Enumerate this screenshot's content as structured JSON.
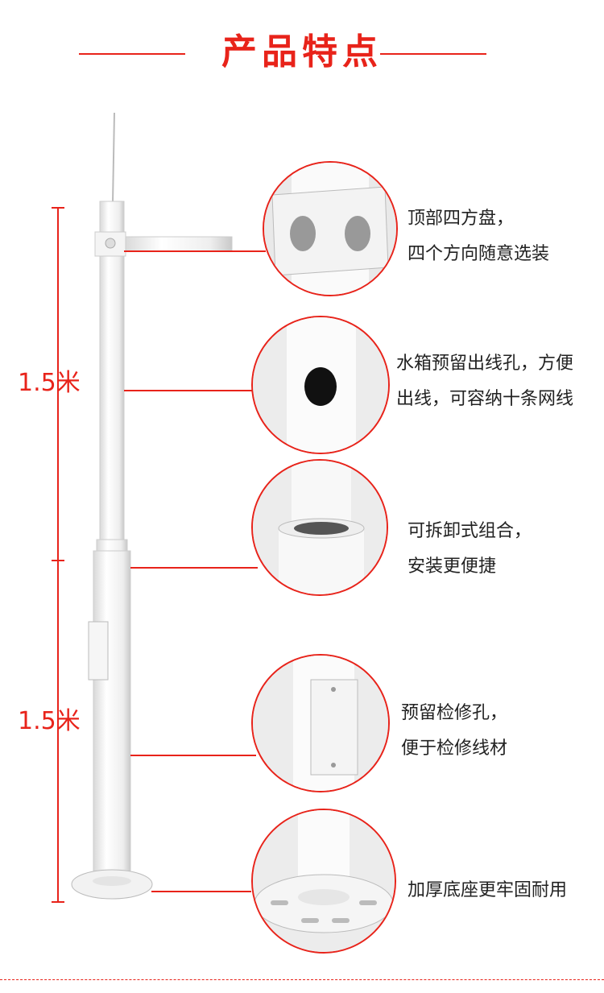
{
  "title": "产品特点",
  "dimensions": {
    "upper": "1.5米",
    "lower": "1.5米"
  },
  "features": [
    {
      "line1": "顶部四方盘，",
      "line2": "四个方向随意选装"
    },
    {
      "line1": "水箱预留出线孔，方便",
      "line2": "出线，可容纳十条网线"
    },
    {
      "line1": "可拆卸式组合，",
      "line2": "安装更便捷"
    },
    {
      "line1": "预留检修孔，",
      "line2": "便于检修线材"
    },
    {
      "line1": "加厚底座更牢固耐用",
      "line2": ""
    }
  ],
  "colors": {
    "accent": "#e8231a",
    "text": "#222222"
  }
}
